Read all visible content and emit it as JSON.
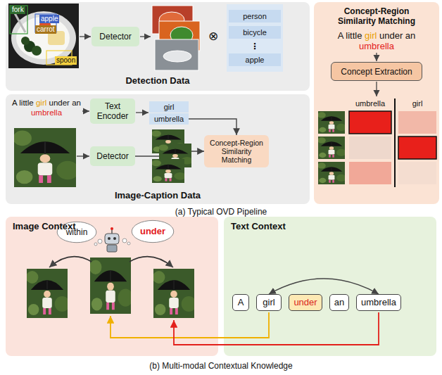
{
  "diagram": {
    "nodes": [
      {
        "text": [
          "Detection Data"
        ]
      },
      {
        "text": [
          "Detector"
        ],
        "in": 0
      },
      {
        "text": [
          "person",
          "bicycle",
          "⋮",
          "apple"
        ],
        "in": 0
      },
      {
        "text": [
          "Image-Caption Data"
        ]
      },
      {
        "text": [
          "Text Encoder"
        ],
        "in": 3
      },
      {
        "text": [
          "Detector"
        ],
        "in": 3
      },
      {
        "text": [
          "girl"
        ],
        "in": 3
      },
      {
        "text": [
          "umbrella"
        ],
        "in": 3
      },
      {
        "text": [
          "Concept-Region Similarity Matching"
        ],
        "in": 3
      },
      {
        "text": [
          "Concept-Region Similarity Matching",
          "A little girl under an umbrella"
        ]
      },
      {
        "text": [
          "Concept Extraction"
        ],
        "in": 9
      },
      {
        "text": [
          "Image Context"
        ]
      },
      {
        "text": [
          "within"
        ],
        "in": 11
      },
      {
        "text": [
          "under"
        ],
        "in": 11
      },
      {
        "text": [
          "Text Context"
        ]
      },
      {
        "text": [
          "A"
        ],
        "in": 14
      },
      {
        "text": [
          "girl"
        ],
        "in": 14
      },
      {
        "text": [
          "under"
        ],
        "in": 14
      },
      {
        "text": [
          "an"
        ],
        "in": 14
      },
      {
        "text": [
          "umbrella"
        ],
        "in": 14
      }
    ],
    "edges": [
      {
        "from": 5,
        "to": 8,
        "arrow": "to"
      },
      {
        "from": 7,
        "to": 8,
        "arrow": "to"
      },
      {
        "from": 16,
        "to": 19,
        "arrow": "both"
      }
    ],
    "labels": [
      "fork",
      "apple",
      "carrot",
      "spoon",
      "⊗",
      "A little girl under an umbrella",
      "umbrella",
      "girl",
      "(a) Typical OVD Pipeline",
      "(b) Multi-modal Contextual Knowledge"
    ]
  }
}
